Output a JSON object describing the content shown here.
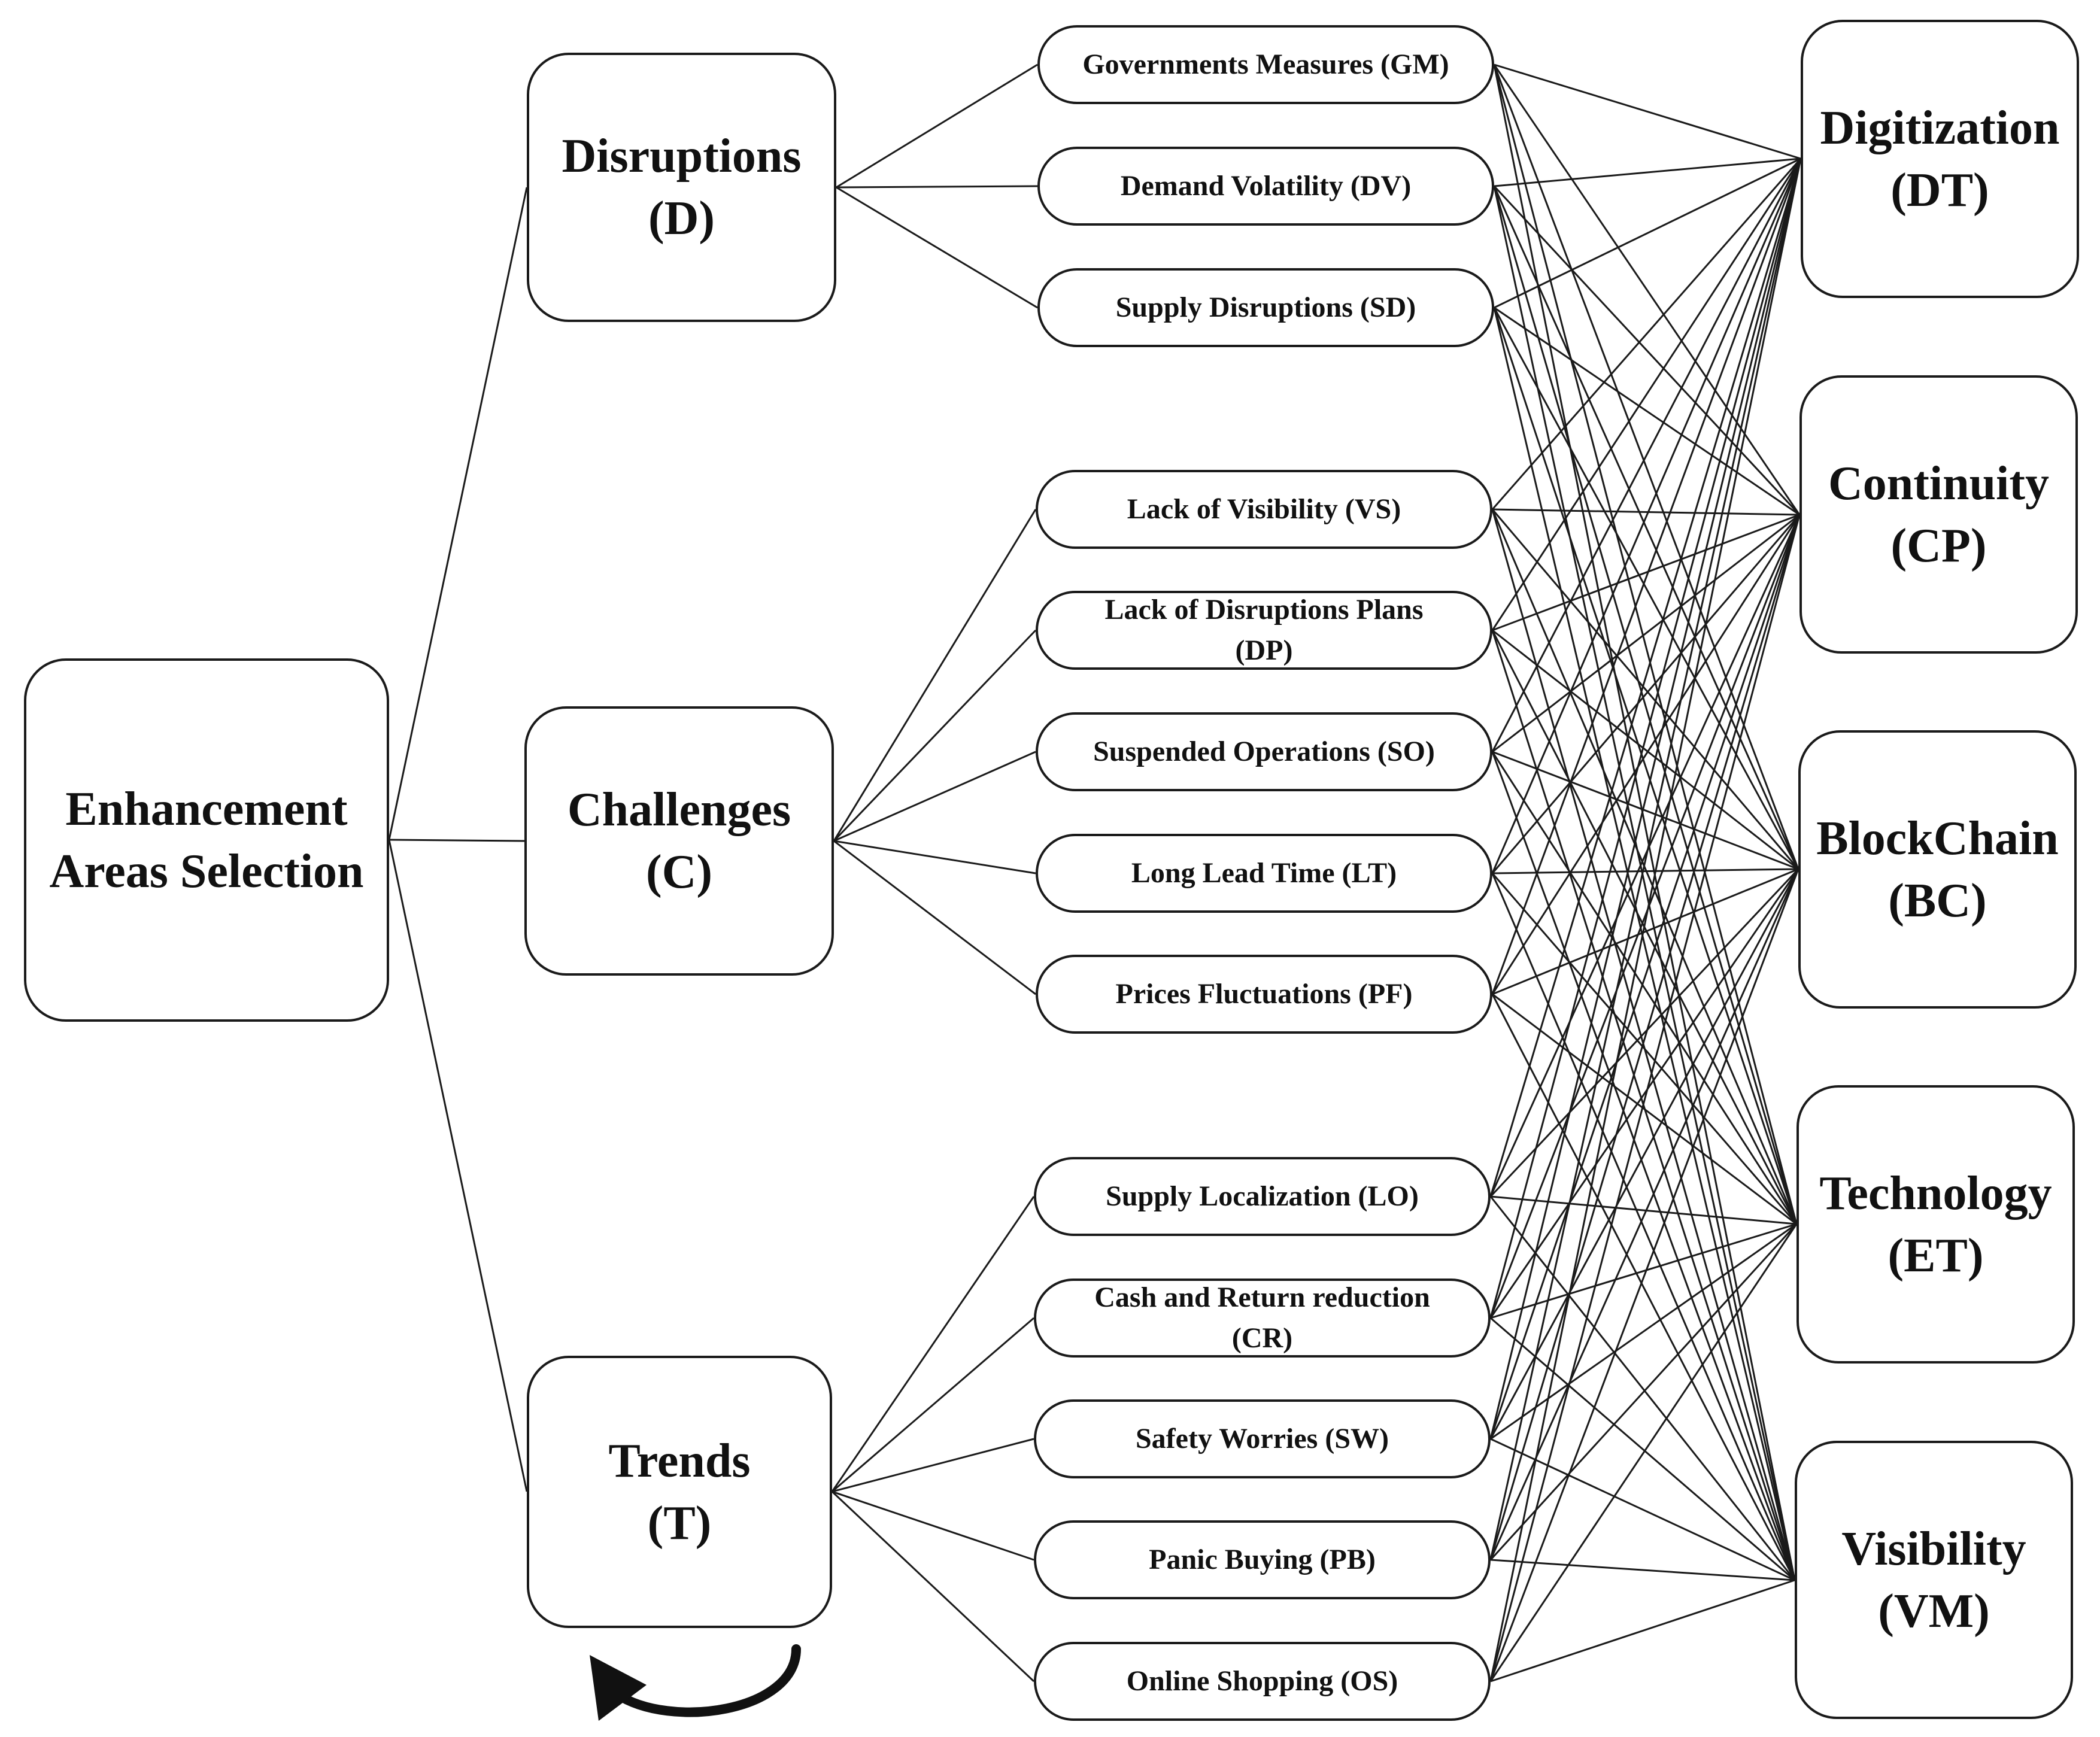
{
  "root": {
    "line1": "Enhancement",
    "line2": "Areas Selection"
  },
  "categories": [
    {
      "id": "D",
      "line1": "Disruptions",
      "line2": "(D)"
    },
    {
      "id": "C",
      "line1": "Challenges",
      "line2": "(C)"
    },
    {
      "id": "T",
      "line1": "Trends",
      "line2": "(T)"
    }
  ],
  "factors": [
    {
      "id": "GM",
      "line1": "Governments Measures (GM)",
      "line2": ""
    },
    {
      "id": "DV",
      "line1": "Demand Volatility (DV)",
      "line2": ""
    },
    {
      "id": "SD",
      "line1": "Supply Disruptions (SD)",
      "line2": ""
    },
    {
      "id": "VS",
      "line1": "Lack of Visibility (VS)",
      "line2": ""
    },
    {
      "id": "DP",
      "line1": "Lack of Disruptions Plans",
      "line2": "(DP)"
    },
    {
      "id": "SO",
      "line1": "Suspended Operations (SO)",
      "line2": ""
    },
    {
      "id": "LT",
      "line1": "Long Lead Time (LT)",
      "line2": ""
    },
    {
      "id": "PF",
      "line1": "Prices Fluctuations (PF)",
      "line2": ""
    },
    {
      "id": "LO",
      "line1": "Supply Localization (LO)",
      "line2": ""
    },
    {
      "id": "CR",
      "line1": "Cash and Return reduction",
      "line2": "(CR)"
    },
    {
      "id": "SW",
      "line1": "Safety Worries (SW)",
      "line2": ""
    },
    {
      "id": "PB",
      "line1": "Panic Buying (PB)",
      "line2": ""
    },
    {
      "id": "OS",
      "line1": "Online Shopping (OS)",
      "line2": ""
    }
  ],
  "areas": [
    {
      "id": "DT",
      "line1": "Digitization",
      "line2": "(DT)"
    },
    {
      "id": "CP",
      "line1": "Continuity",
      "line2": "(CP)"
    },
    {
      "id": "BC",
      "line1": "BlockChain",
      "line2": "(BC)"
    },
    {
      "id": "ET",
      "line1": "Technology",
      "line2": "(ET)"
    },
    {
      "id": "VM",
      "line1": "Visibility",
      "line2": "(VM)"
    }
  ]
}
